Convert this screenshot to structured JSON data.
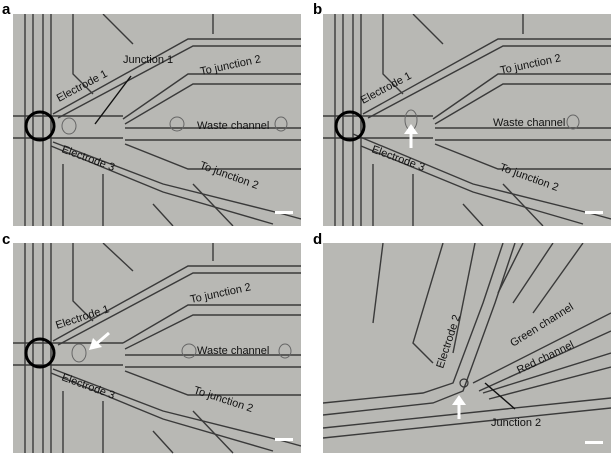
{
  "panels": [
    {
      "letter": "a",
      "labels": {
        "electrode_1": "Electrode 1",
        "junction_1": "Junction 1",
        "to_junction_2_top": "To junction 2",
        "waste_channel": "Waste channel",
        "electrode_3": "Electrode 3",
        "to_junction_2_bottom": "To junction 2"
      }
    },
    {
      "letter": "b",
      "labels": {
        "electrode_1": "Electrode 1",
        "to_junction_2_top": "To junction 2",
        "waste_channel": "Waste channel",
        "electrode_3": "Electrode 3",
        "to_junction_2_bottom": "To junction 2"
      }
    },
    {
      "letter": "c",
      "labels": {
        "electrode_1": "Electrode 1",
        "to_junction_2_top": "To junction 2",
        "waste_channel": "Waste channel",
        "electrode_3": "Electrode 3",
        "to_junction_2_bottom": "To junction 2"
      }
    },
    {
      "letter": "d",
      "labels": {
        "electrode_2": "Electrode 2",
        "green_channel": "Green channel",
        "red_channel": "Red channel",
        "junction_2": "Junction 2"
      }
    }
  ],
  "colors": {
    "background": "#b8b8b4",
    "channel_wall": "#3a3a3a",
    "circle": "#000000",
    "arrow": "#ffffff",
    "scale_bar": "#ffffff"
  }
}
